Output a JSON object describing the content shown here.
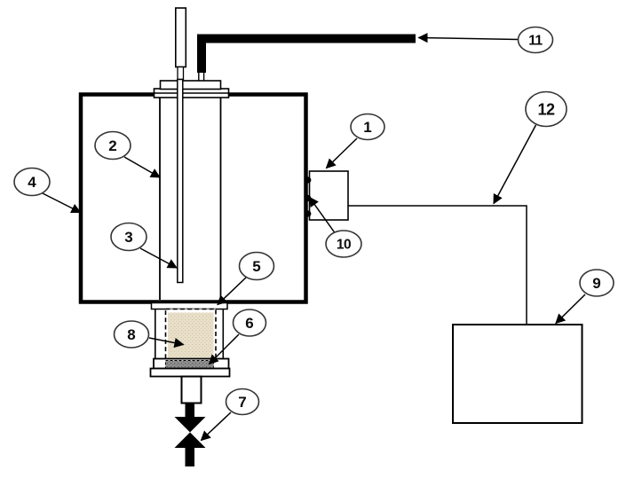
{
  "colors": {
    "line": "#000000",
    "background": "#ffffff",
    "packing_fill": "#e9e0ca",
    "frit_fill": "#8e8e8e"
  },
  "callouts": [
    {
      "label": "1"
    },
    {
      "label": "2"
    },
    {
      "label": "3"
    },
    {
      "label": "4"
    },
    {
      "label": "5"
    },
    {
      "label": "6"
    },
    {
      "label": "7"
    },
    {
      "label": "8"
    },
    {
      "label": "9"
    },
    {
      "label": "10"
    },
    {
      "label": "11"
    },
    {
      "label": "12"
    }
  ]
}
